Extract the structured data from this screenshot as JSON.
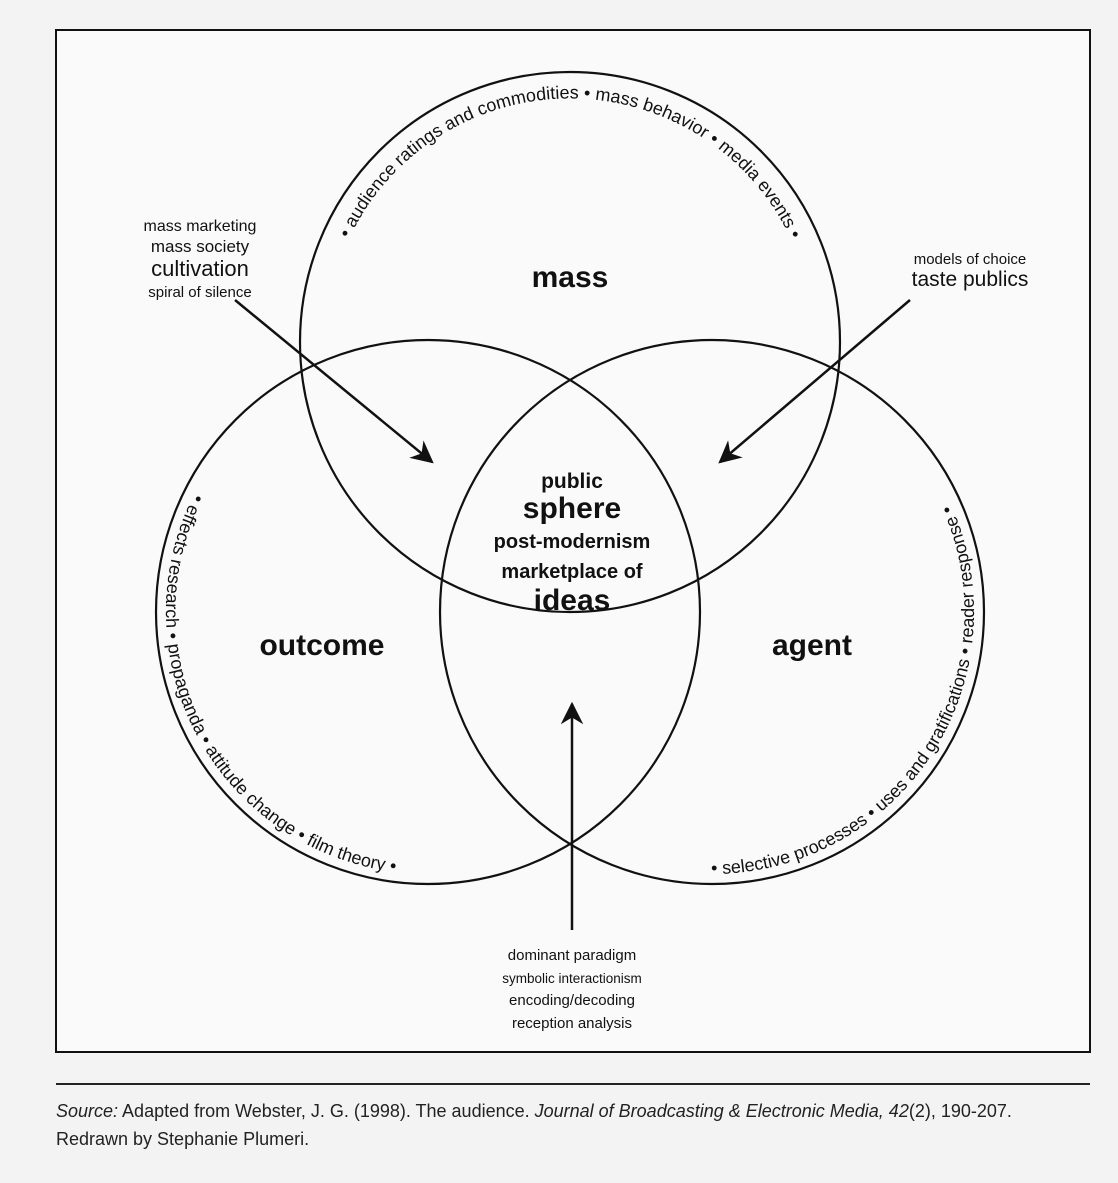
{
  "diagram": {
    "circles": {
      "top": {
        "label": "mass",
        "arc_text": "• audience ratings and commodities • mass behavior • media events •"
      },
      "left": {
        "label": "outcome",
        "arc_text": "• effects research • propaganda • attitude change • film theory •"
      },
      "right": {
        "label": "agent",
        "arc_text": "• selective processes • uses and gratifications • reader response •"
      }
    },
    "center": {
      "line1": "public",
      "line2": "sphere",
      "line3": "post-modernism",
      "line4": "marketplace of",
      "line5": "ideas"
    },
    "upper_left_group": [
      "mass marketing",
      "mass society",
      "cultivation",
      "spiral of silence"
    ],
    "upper_right_group": [
      "models of choice",
      "taste publics"
    ],
    "bottom_group": [
      "dominant paradigm",
      "symbolic interactionism",
      "encoding/decoding",
      "reception analysis"
    ]
  },
  "caption": {
    "source_label": "Source:",
    "text1": " Adapted from Webster, J. G. (1998). The audience. ",
    "journal": "Journal of Broadcasting & Electronic Media, 42",
    "text2": "(2), 190-207. Redrawn by Stephanie Plumeri."
  }
}
